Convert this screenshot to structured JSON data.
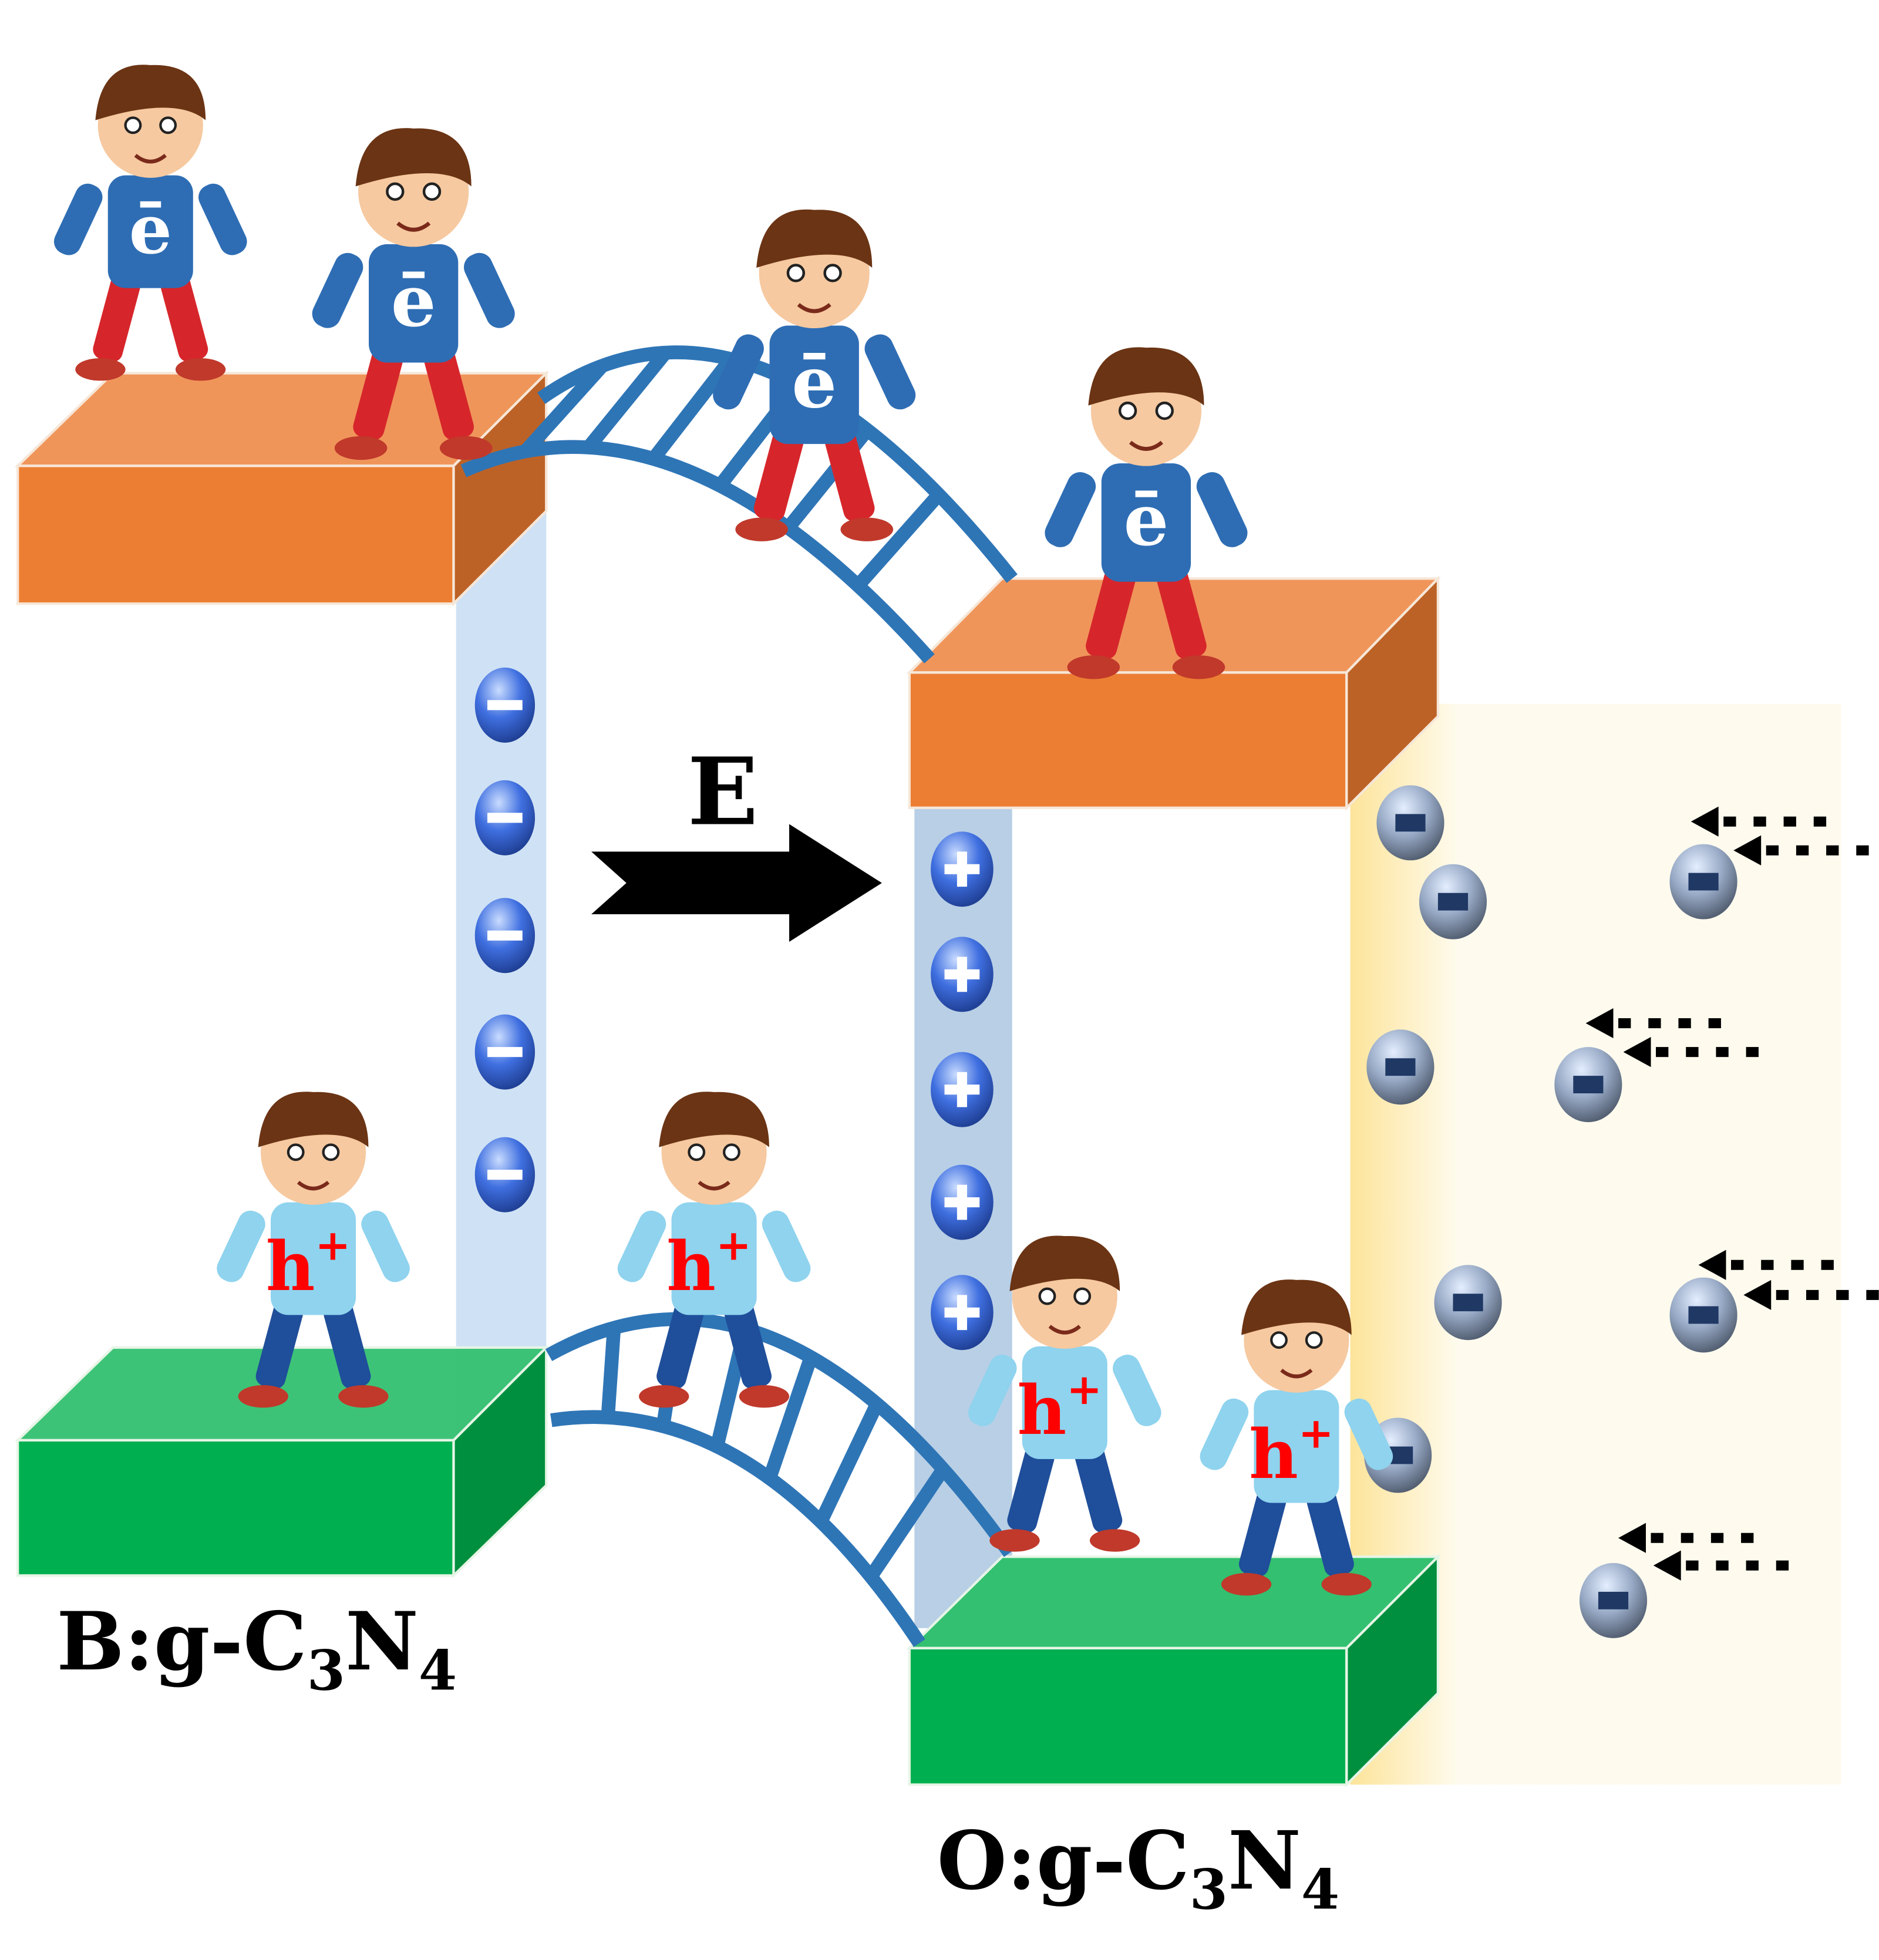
{
  "labels": {
    "left_material_main": "B:g-C",
    "left_sub1": "3",
    "left_mid": "N",
    "left_sub2": "4",
    "right_material_main": "O:g-C",
    "right_sub1": "3",
    "right_mid": "N",
    "right_sub2": "4",
    "field": "E"
  },
  "carriers": {
    "electron_shirt": "ē",
    "hole_shirt": "h",
    "hole_sup": "+"
  },
  "colors": {
    "cb_front": "#ec7e33",
    "cb_top": "#f0955a",
    "cb_side": "#bd6226",
    "vb_front": "#00b050",
    "vb_top": "#33c070",
    "vb_side": "#008f3e",
    "ladder": "#2e75b6",
    "band_left": "#cfe2f5",
    "band_right": "#b8cfe6",
    "surface_yellow": "#fde49a",
    "surface_cream": "#fefbee"
  }
}
